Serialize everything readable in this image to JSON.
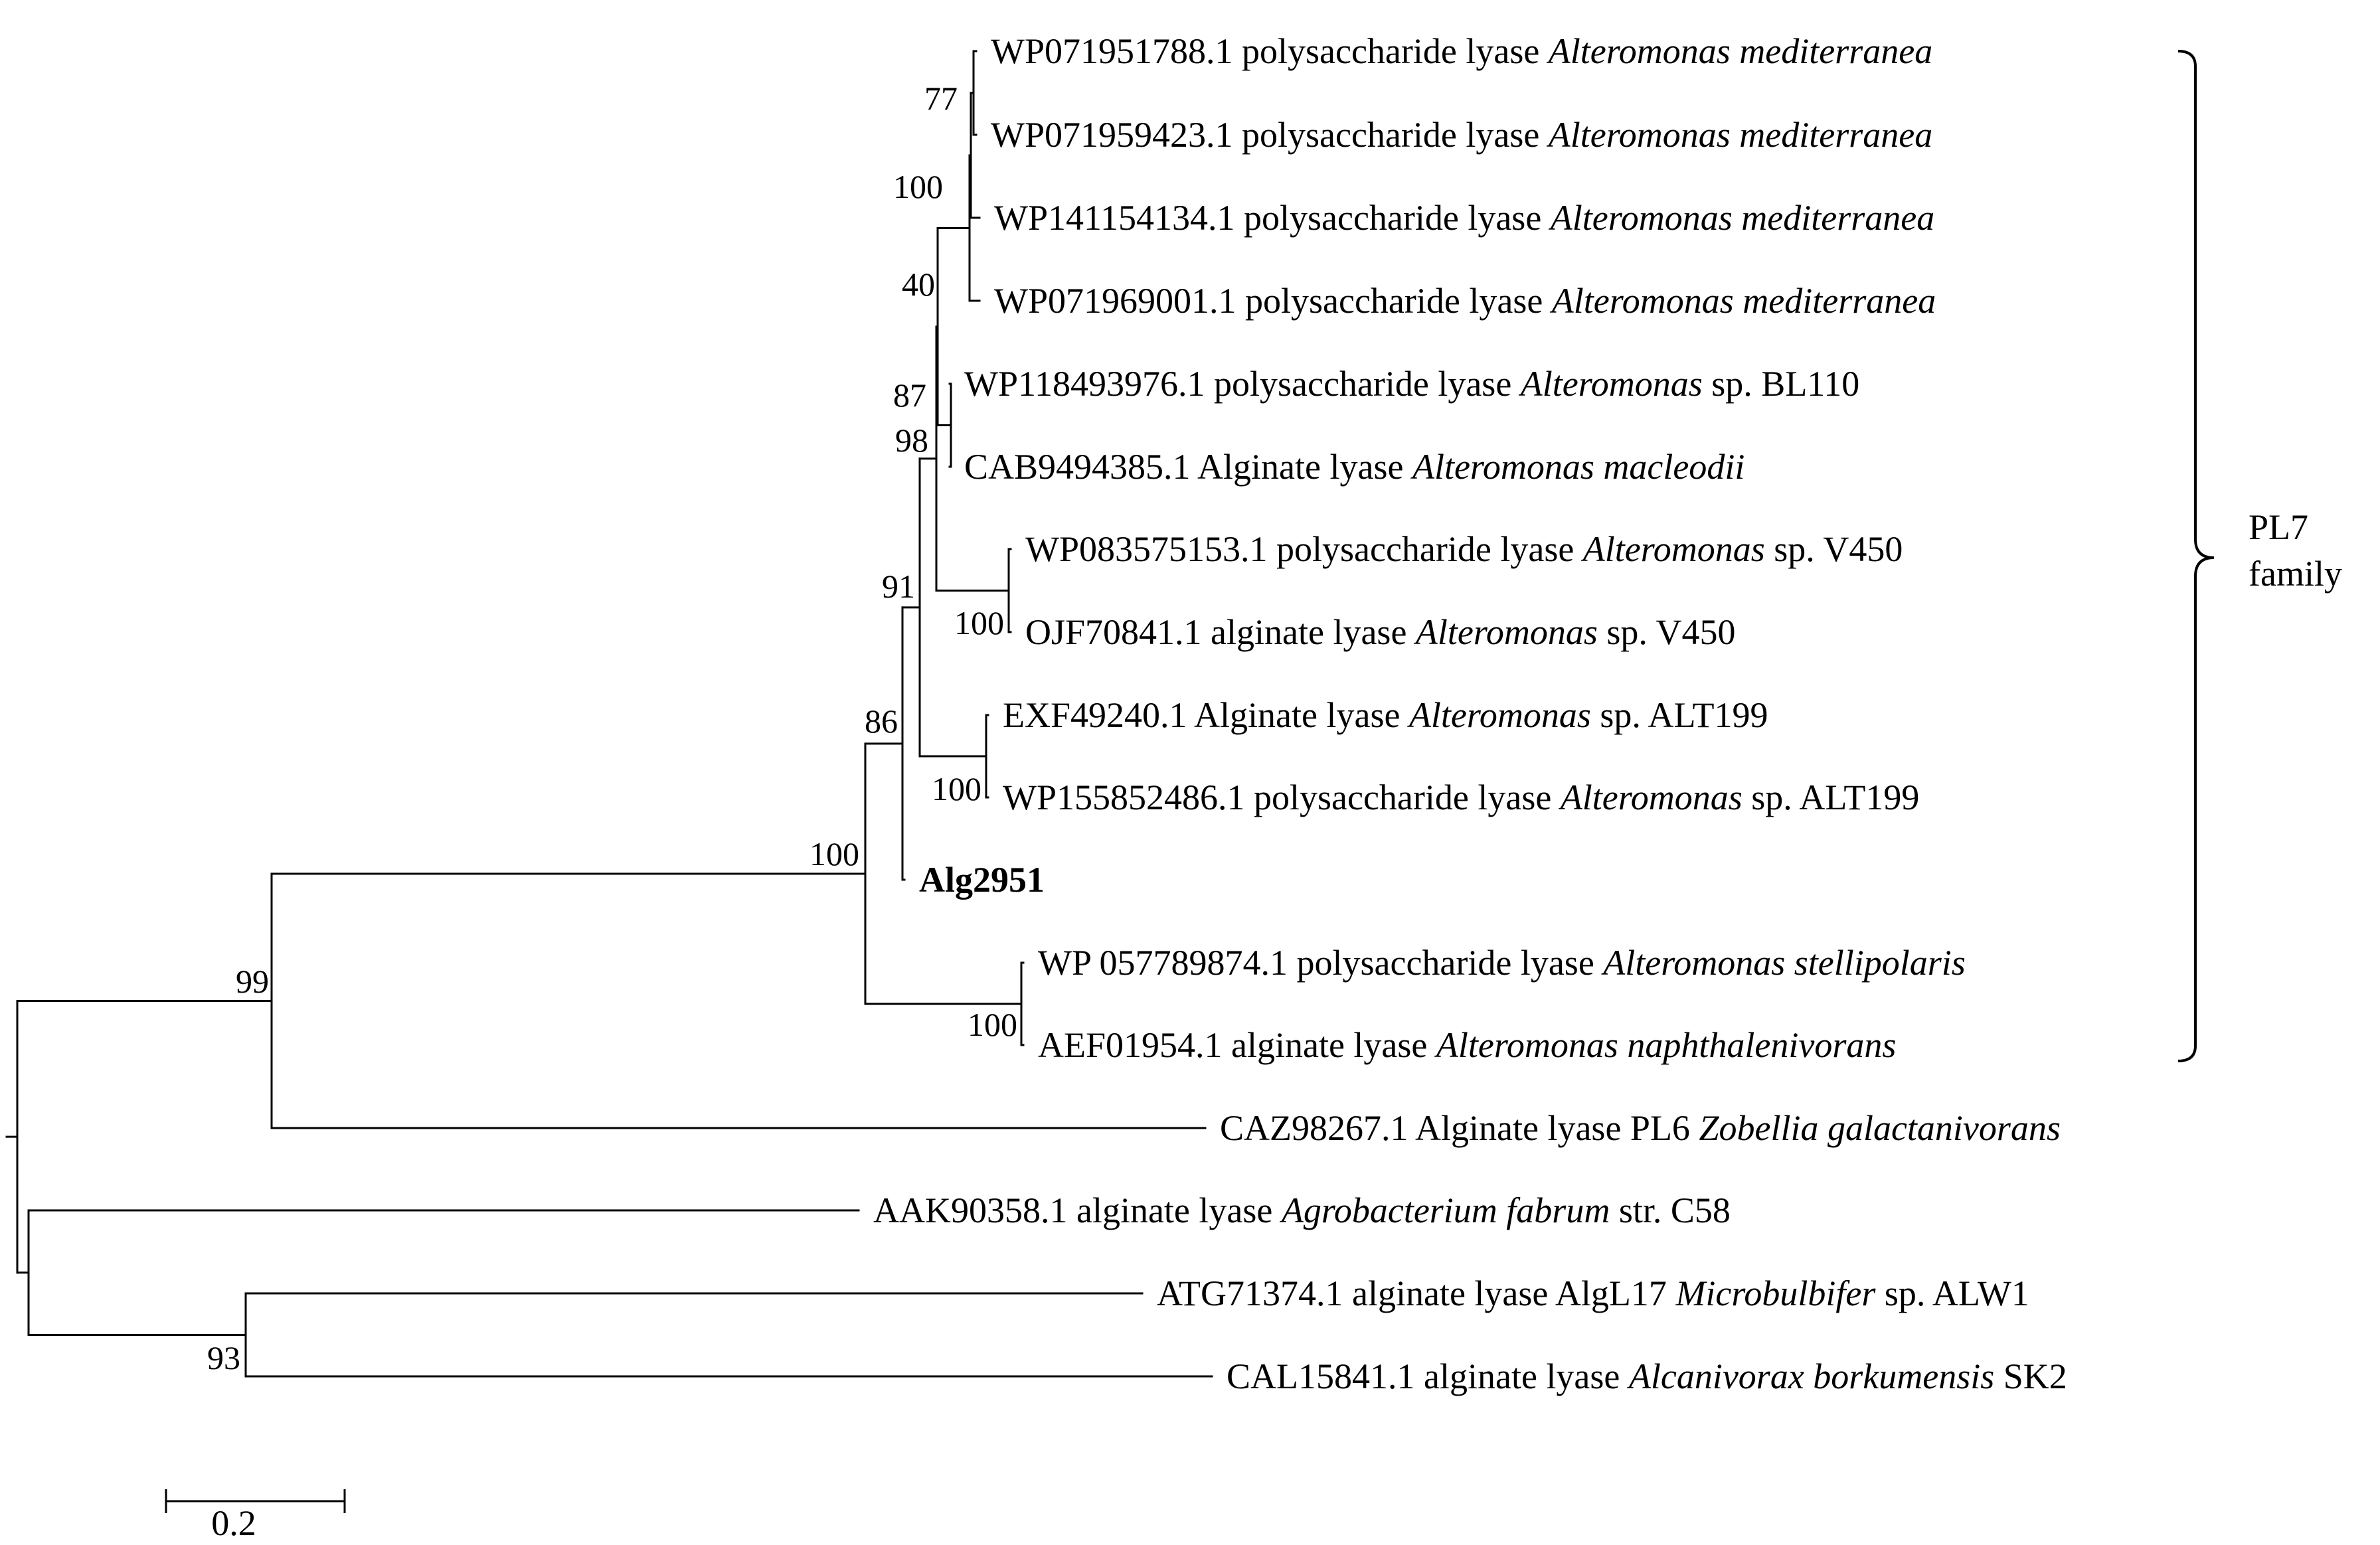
{
  "taxa": [
    {
      "id": "t1",
      "parts": [
        [
          "WP071951788.1 polysaccharide lyase ",
          "n"
        ],
        [
          "Alteromonas mediterranea",
          "i"
        ]
      ]
    },
    {
      "id": "t2",
      "parts": [
        [
          "WP071959423.1 polysaccharide lyase ",
          "n"
        ],
        [
          "Alteromonas mediterranea",
          "i"
        ]
      ]
    },
    {
      "id": "t3",
      "parts": [
        [
          "WP141154134.1 polysaccharide lyase ",
          "n"
        ],
        [
          "Alteromonas mediterranea",
          "i"
        ]
      ]
    },
    {
      "id": "t4",
      "parts": [
        [
          "WP071969001.1 polysaccharide lyase ",
          "n"
        ],
        [
          "Alteromonas mediterranea",
          "i"
        ]
      ]
    },
    {
      "id": "t5",
      "parts": [
        [
          "WP118493976.1 polysaccharide lyase ",
          "n"
        ],
        [
          "Alteromonas",
          "i"
        ],
        [
          " sp. BL110",
          "n"
        ]
      ]
    },
    {
      "id": "t6",
      "parts": [
        [
          "CAB9494385.1 Alginate lyase ",
          "n"
        ],
        [
          "Alteromonas macleodii",
          "i"
        ]
      ]
    },
    {
      "id": "t7",
      "parts": [
        [
          "WP083575153.1 polysaccharide lyase ",
          "n"
        ],
        [
          "Alteromonas",
          "i"
        ],
        [
          " sp. V450",
          "n"
        ]
      ]
    },
    {
      "id": "t8",
      "parts": [
        [
          "OJF70841.1 alginate lyase ",
          "n"
        ],
        [
          "Alteromonas",
          "i"
        ],
        [
          " sp. V450",
          "n"
        ]
      ]
    },
    {
      "id": "t9",
      "parts": [
        [
          "EXF49240.1 Alginate lyase ",
          "n"
        ],
        [
          "Alteromonas",
          "i"
        ],
        [
          " sp.  ALT199",
          "n"
        ]
      ]
    },
    {
      "id": "t10",
      "parts": [
        [
          "WP155852486.1 polysaccharide lyase ",
          "n"
        ],
        [
          "Alteromonas",
          "i"
        ],
        [
          " sp. ALT199",
          "n"
        ]
      ]
    },
    {
      "id": "t11",
      "parts": [
        [
          "Alg2951",
          "b"
        ]
      ]
    },
    {
      "id": "t12",
      "parts": [
        [
          "WP 057789874.1 polysaccharide lyase ",
          "n"
        ],
        [
          "Alteromonas stellipolaris",
          "i"
        ]
      ]
    },
    {
      "id": "t13",
      "parts": [
        [
          "AEF01954.1 alginate lyase ",
          "n"
        ],
        [
          "Alteromonas naphthalenivorans",
          "i"
        ]
      ]
    },
    {
      "id": "t14",
      "parts": [
        [
          "CAZ98267.1 Alginate lyase PL6 ",
          "n"
        ],
        [
          "Zobellia galactanivorans",
          "i"
        ]
      ]
    },
    {
      "id": "t15",
      "parts": [
        [
          "AAK90358.1 alginate lyase ",
          "n"
        ],
        [
          "Agrobacterium fabrum",
          "i"
        ],
        [
          " str. C58",
          "n"
        ]
      ]
    },
    {
      "id": "t16",
      "parts": [
        [
          "ATG71374.1 alginate lyase AlgL17 ",
          "n"
        ],
        [
          "Microbulbifer",
          "i"
        ],
        [
          " sp. ALW1",
          "n"
        ]
      ]
    },
    {
      "id": "t17",
      "parts": [
        [
          "CAL15841.1 alginate lyase ",
          "n"
        ],
        [
          "Alcanivorax borkumensis",
          "i"
        ],
        [
          " SK2",
          "n"
        ]
      ]
    }
  ],
  "bootstrap": {
    "n12": "77",
    "n123": "100",
    "n1234": "40",
    "n56": "87",
    "nA": "98",
    "n78": "100",
    "nB": "91",
    "n910": "100",
    "nC": "86",
    "n1213": "100",
    "nD": "100",
    "nE": "99",
    "n1617": "93"
  },
  "group_label": [
    "PL7",
    "family"
  ],
  "scale_bar": {
    "value": 0.2,
    "label": "0.2"
  }
}
